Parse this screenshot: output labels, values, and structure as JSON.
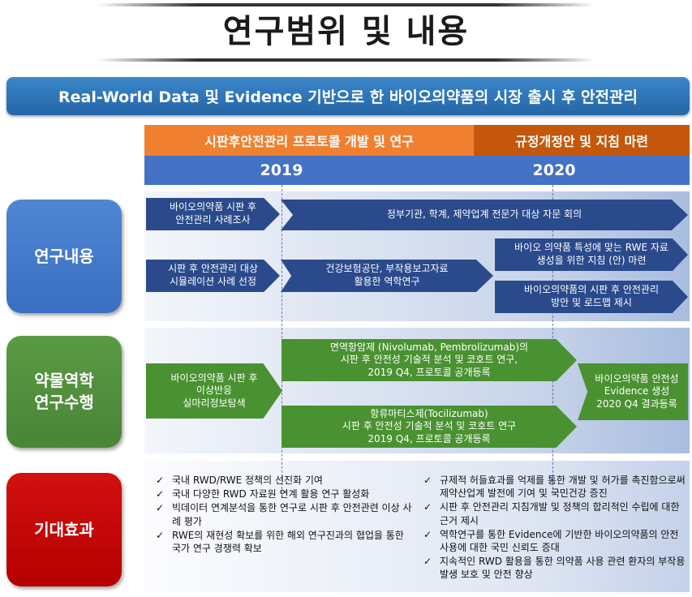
{
  "title": "연구범위 및 내용",
  "banner": "Real-World Data 및 Evidence 기반으로 한 바이오의약품의 시장 출시 후 안전관리",
  "phases": {
    "phase1": "시판후안전관리 프로토콜 개발 및 연구",
    "phase2": "규정개정안 및 지침 마련"
  },
  "years": {
    "y2019": "2019",
    "y2020": "2020"
  },
  "sections": {
    "research": "연구내용",
    "pharmacoepi": "약물역학\n연구수행",
    "effects": "기대효과"
  },
  "research": {
    "survey": "바이오의약품 시판 후\n안전관리 사례조사",
    "advisory": "정부기관, 학계, 제약업계 전문가 대상 자문 회의",
    "simulation": "시판 후 안전관리 대상\n시뮬레이션 사례 선정",
    "nhis": "건강보험공단, 부작용보고자료\n활용한 역학연구",
    "rwe_guideline": "바이오 의약품 특성에 맞는 RWE 자료\n생성을 위한 지침 (안) 마련",
    "roadmap": "바이오의약품의 시판 후 안전관리\n방안 및 로드맵 제시"
  },
  "pharmacoepi": {
    "signal": "바이오의약품 시판 후\n이상반응\n실마리정보탐색",
    "immuno": "면역항암제 (Nivolumab, Pembrolizumab)의\n시판 후 안전성 기술적 분석 및 코호트 연구,\n2019 Q4, 프로토콜 공개등록",
    "toci": "항류마티스제(Tocilizumab)\n시판 후 안전성 기술적 분석 및 코호트 연구\n2019 Q4, 프로토콜 공개등록",
    "evidence": "바이오의약품 안전성\nEvidence 생성\n2020 Q4 결과등록"
  },
  "effects_left": [
    "국내 RWD/RWE 정책의 선진화 기여",
    "국내 다양한 RWD 자료원 연계 활용 연구 활성화",
    "빅데이터 연계분석을 통한 연구로 시판 후 안전관련 이상 사례 평가",
    "RWE의 재현성 확보를 위한 해외 연구진과의 협업을 통한 국가 연구 경쟁력 확보"
  ],
  "effects_right": [
    "규제적 허들효과를 억제를 통한 개발 및 허가를 촉진함으로써 제약산업계 발전에 기여 및 국민건강 증진",
    "시판 후 안전관리 지침개발 및 정책의 합리적인 수립에 대한 근거 제시",
    "역학연구를 통한 Evidence에 기반한 바이오의약품의 안전사용에 대한 국민 신뢰도 증대",
    "지속적인 RWD 활용을 통한 의약품 사용 관련 환자의 부작용 발생 보호 및 안전 향상"
  ],
  "check_glyph": "✓",
  "colors": {
    "banner": "#2a6eb0",
    "phase1": "#f08030",
    "phase2": "#c4570c",
    "year_bar": "#4472c4",
    "research": "#3b6fc1",
    "pharmacoepi": "#4a8536",
    "effects": "#c00000",
    "navy_arrow": "#2a4a8c",
    "green_arrow": "#4a9231"
  }
}
